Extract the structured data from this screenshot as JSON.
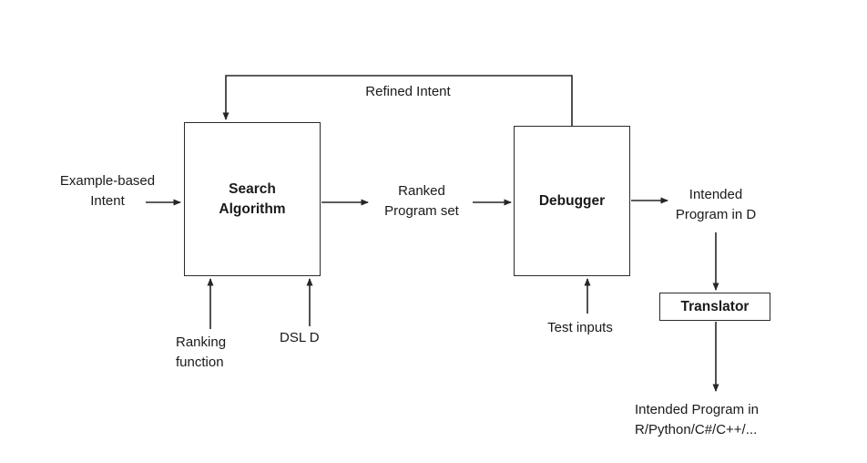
{
  "diagram": {
    "title": "Program synthesis pipeline",
    "colors": {
      "background": "#ffffff",
      "line": "#262626",
      "text": "#1a1a1a",
      "box_border": "#2b2b2b"
    },
    "boxes": {
      "search_algorithm": {
        "label": "Search\nAlgorithm"
      },
      "debugger": {
        "label": "Debugger"
      },
      "translator": {
        "label": "Translator"
      }
    },
    "labels": {
      "refined_intent": "Refined Intent",
      "example_based_intent": "Example-based\nIntent",
      "ranked_program_set": "Ranked\nProgram set",
      "intended_program_in_d": "Intended\nProgram in D",
      "ranking_function": "Ranking\nfunction",
      "dsl_d": "DSL D",
      "test_inputs": "Test inputs",
      "final_output": "Intended Program in\nR/Python/C#/C++/..."
    },
    "edges": [
      {
        "from": "Example-based Intent",
        "to": "Search Algorithm",
        "direction": "right"
      },
      {
        "from": "Search Algorithm",
        "to": "Ranked Program set",
        "direction": "right"
      },
      {
        "from": "Ranked Program set",
        "to": "Debugger",
        "direction": "right"
      },
      {
        "from": "Debugger",
        "to": "Intended Program in D",
        "direction": "right"
      },
      {
        "from": "Debugger",
        "to": "Search Algorithm",
        "label": "Refined Intent",
        "direction": "feedback-loop"
      },
      {
        "from": "Intended Program in D",
        "to": "Translator",
        "direction": "down"
      },
      {
        "from": "Translator",
        "to": "Intended Program in R/Python/C#/C++/...",
        "direction": "down"
      },
      {
        "from": "Ranking function",
        "to": "Search Algorithm",
        "direction": "up"
      },
      {
        "from": "DSL D",
        "to": "Search Algorithm",
        "direction": "up"
      },
      {
        "from": "Test inputs",
        "to": "Debugger",
        "direction": "up"
      }
    ]
  }
}
